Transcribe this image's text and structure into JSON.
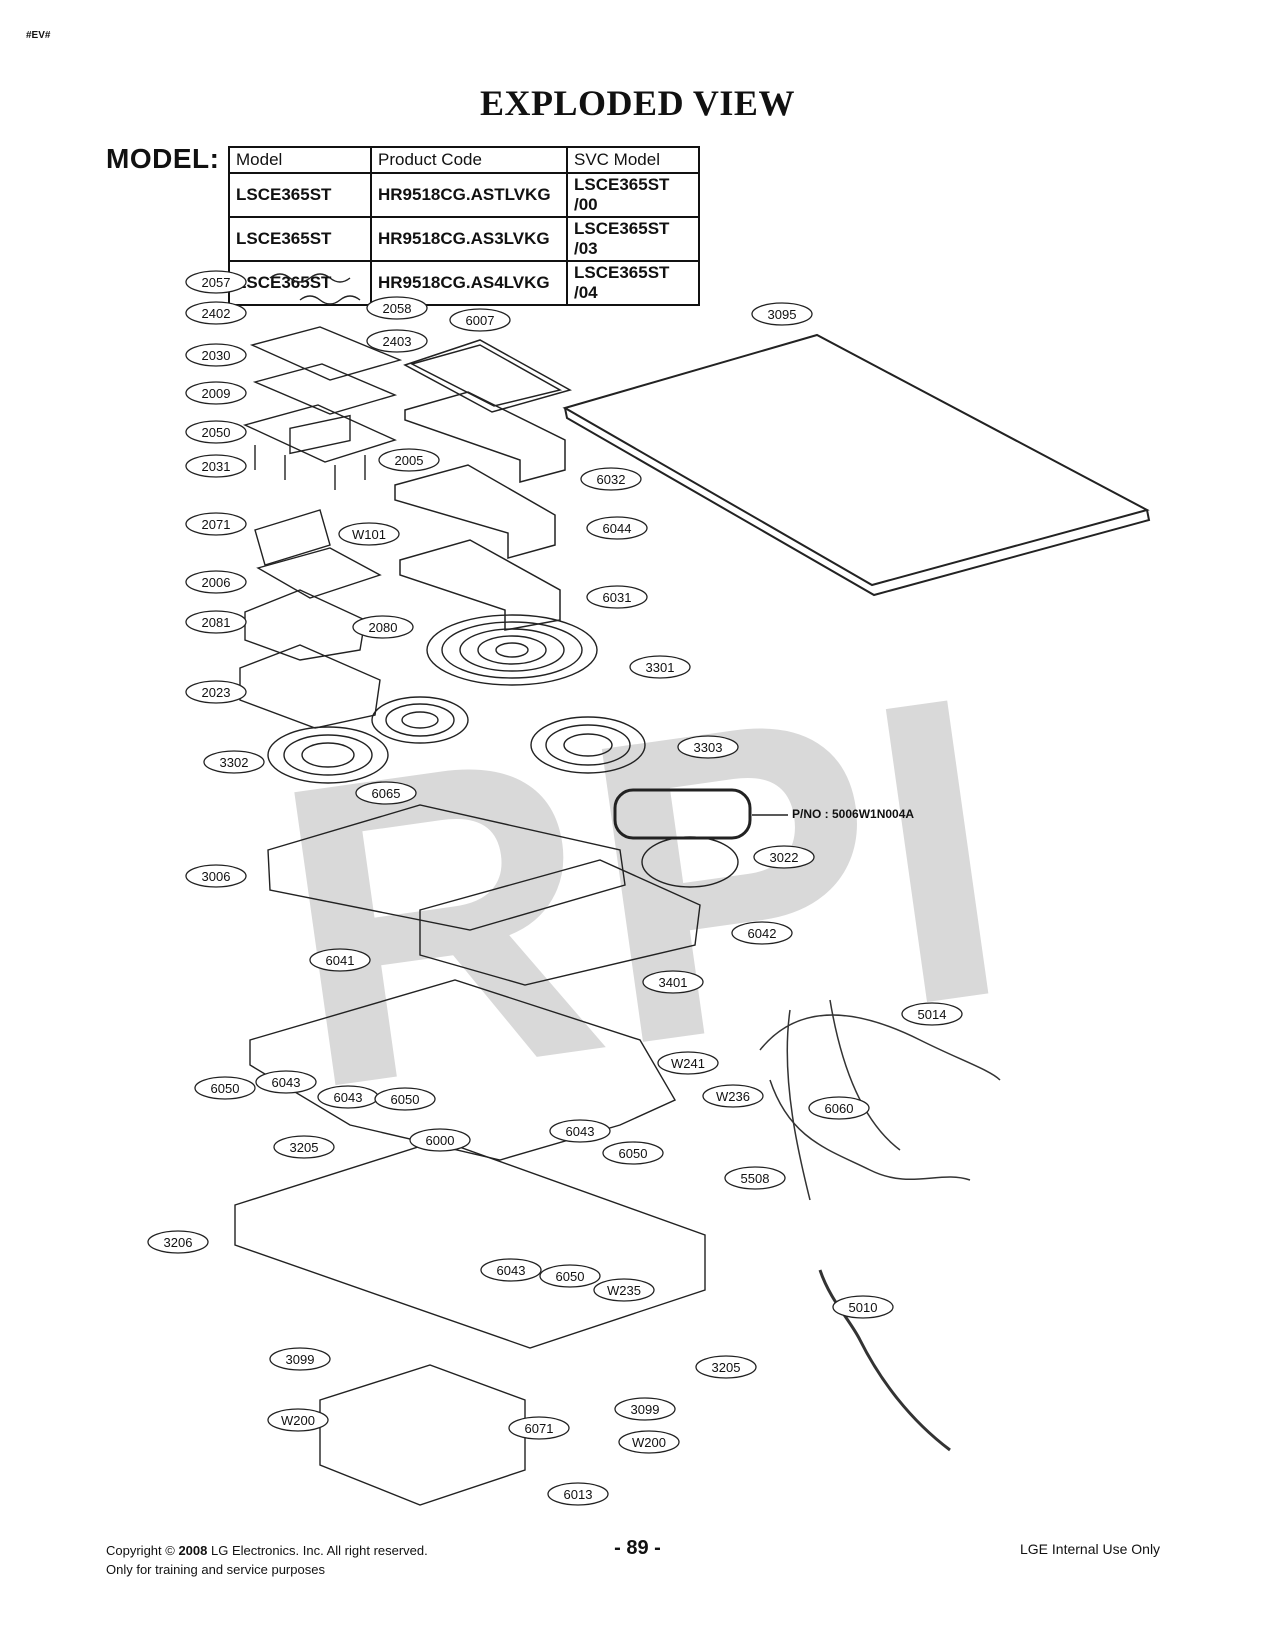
{
  "header_tag": "#EV#",
  "title": "EXPLODED VIEW",
  "model_label": "MODEL:",
  "model_table": {
    "headers": [
      "Model",
      "Product Code",
      "SVC Model"
    ],
    "rows": [
      [
        "LSCE365ST",
        "HR9518CG.ASTLVKG",
        "LSCE365ST /00"
      ],
      [
        "LSCE365ST",
        "HR9518CG.AS3LVKG",
        "LSCE365ST /03"
      ],
      [
        "LSCE365ST",
        "HR9518CG.AS4LVKG",
        "LSCE365ST /04"
      ]
    ]
  },
  "part_number_note": "P/NO : 5006W1N004A",
  "watermark": "RPI",
  "parts": [
    "2057",
    "2402",
    "2058",
    "2403",
    "2030",
    "2009",
    "2050",
    "2005",
    "2031",
    "2071",
    "W101",
    "2006",
    "2081",
    "2080",
    "2023",
    "6007",
    "3095",
    "6032",
    "6044",
    "6031",
    "3301",
    "3302",
    "3303",
    "6065",
    "3022",
    "3006",
    "6042",
    "3401",
    "6041",
    "5014",
    "W241",
    "W236",
    "6060",
    "5508",
    "6050",
    "6043",
    "3205",
    "6000",
    "3206",
    "W235",
    "5010",
    "3099",
    "W200",
    "6071",
    "6013"
  ],
  "footer": {
    "copyright_prefix": "Copyright ©",
    "copyright_year": "2008",
    "copyright_suffix": "LG Electronics. Inc. All right reserved.",
    "training_note": "Only for training and service purposes",
    "page_number": "- 89 -",
    "internal_note": "LGE Internal Use Only"
  }
}
